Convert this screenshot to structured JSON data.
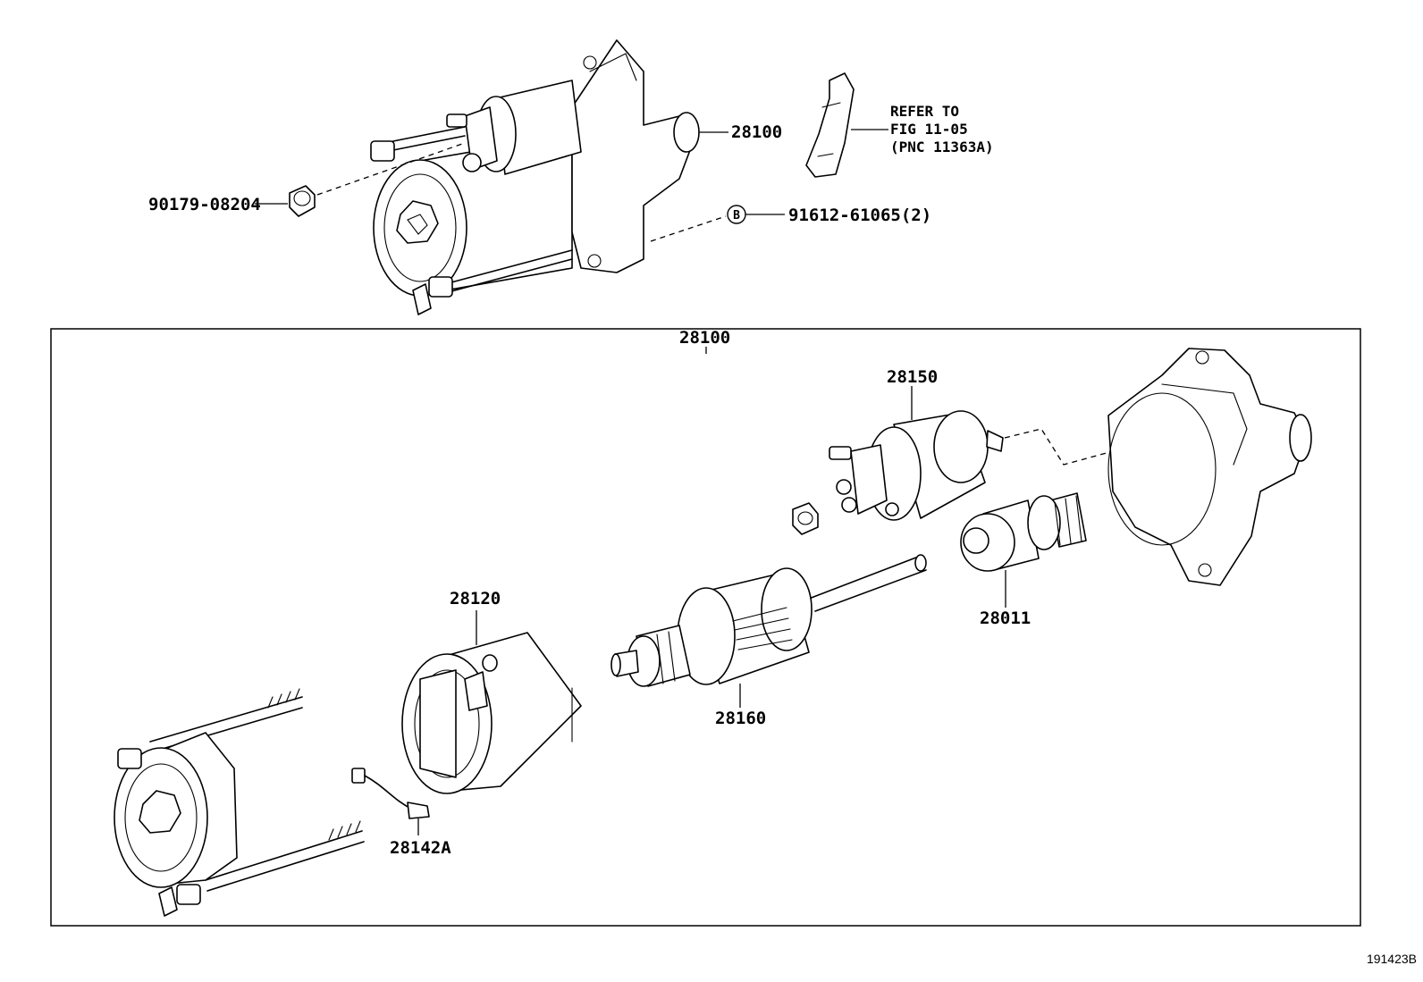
{
  "labels": {
    "starter_assembly_top": "28100",
    "nut_top": "90179-08204",
    "bolt": "91612-61065(2)",
    "bolt_marker": "B",
    "refer_line1": "REFER TO",
    "refer_line2": "FIG 11-05",
    "refer_line3": "(PNC 11363A)",
    "box_title": "28100",
    "solenoid": "28150",
    "clutch_pinion": "28011",
    "yoke": "28120",
    "armature": "28160",
    "brush": "28142A",
    "figure_code": "191423B"
  }
}
